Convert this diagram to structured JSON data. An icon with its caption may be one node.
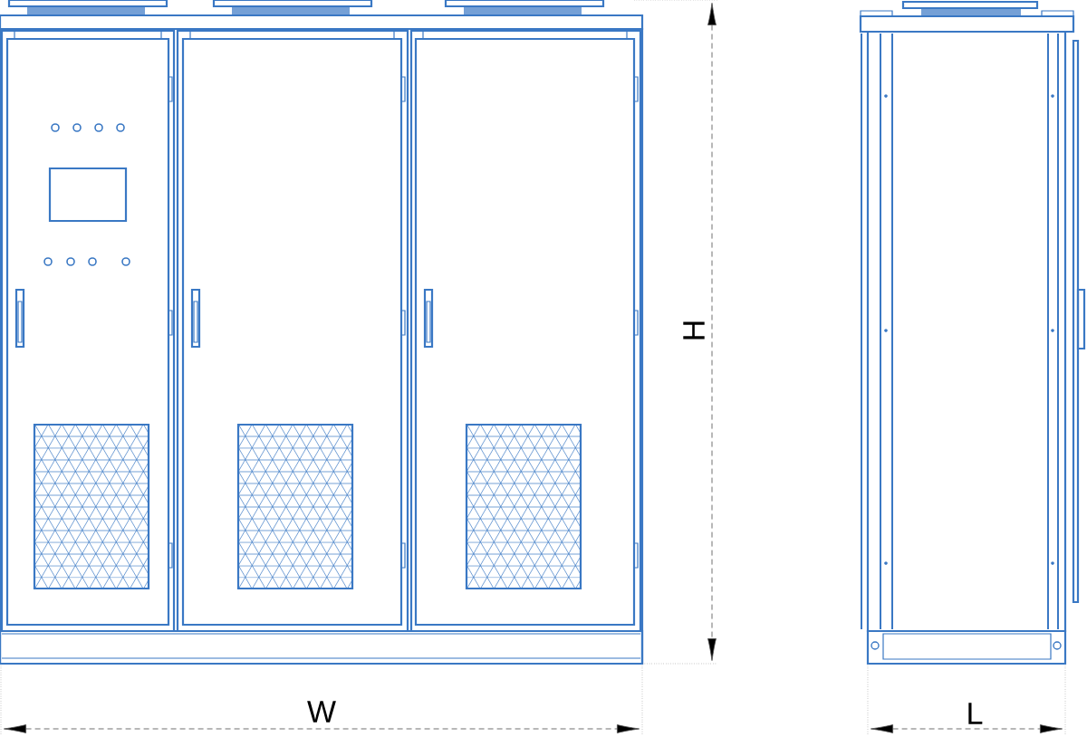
{
  "diagram": {
    "labels": [
      "H",
      "W",
      "L"
    ]
  }
}
